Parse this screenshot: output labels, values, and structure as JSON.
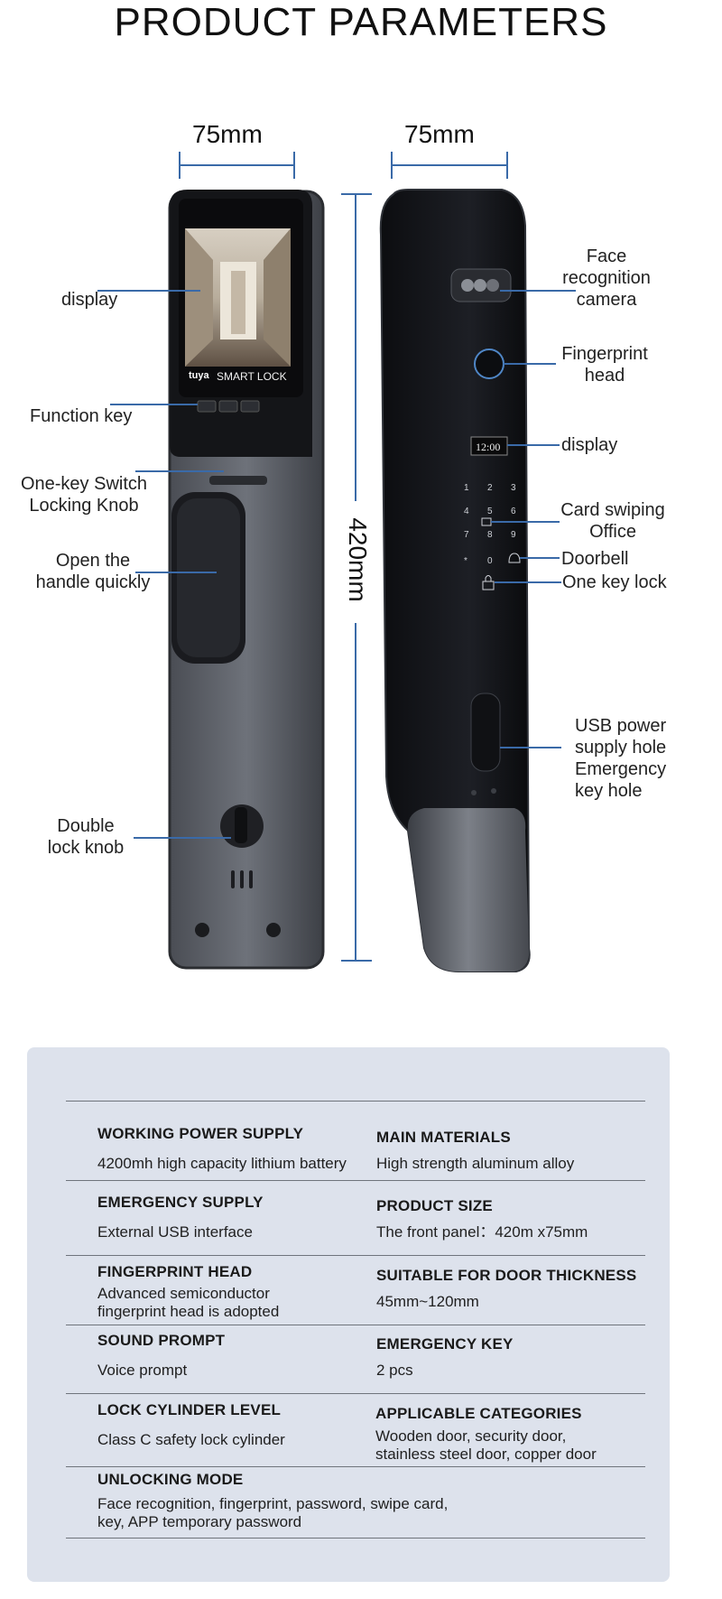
{
  "title": "PRODUCT PARAMETERS",
  "dimensions": {
    "width_left": "75mm",
    "width_right": "75mm",
    "height": "420mm"
  },
  "front_labels": {
    "display": "display",
    "function_key": "Function key",
    "switch_knob_1": "One-key Switch",
    "switch_knob_2": "Locking Knob",
    "handle_1": "Open the",
    "handle_2": "handle quickly",
    "double_1": "Double",
    "double_2": "lock knob"
  },
  "side_labels": {
    "face_1": "Face",
    "face_2": "recognition",
    "face_3": "camera",
    "finger_1": "Fingerprint",
    "finger_2": "head",
    "display": "display",
    "card_1": "Card swiping",
    "card_2": "Office",
    "doorbell": "Doorbell",
    "onekey": "One key lock",
    "usb_1": "USB power",
    "usb_2": "supply hole",
    "usb_3": "Emergency",
    "usb_4": "key hole"
  },
  "device": {
    "brand": "tuya",
    "screen_text": "SMART LOCK",
    "clock": "12:00",
    "keys": [
      "1",
      "2",
      "3",
      "4",
      "5",
      "6",
      "7",
      "8",
      "9",
      "*",
      "0"
    ]
  },
  "params": {
    "r1": {
      "lh": "WORKING POWER SUPPLY",
      "lv": "4200mh high capacity lithium battery",
      "rh": "MAIN MATERIALS",
      "rv": "High strength aluminum alloy"
    },
    "r2": {
      "lh": "EMERGENCY SUPPLY",
      "lv": "External USB interface",
      "rh": "PRODUCT SIZE",
      "rv": "The front panel：420m x75mm"
    },
    "r3": {
      "lh": "FINGERPRINT HEAD",
      "lv1": "Advanced semiconductor",
      "lv2": "fingerprint head is adopted",
      "rh": "SUITABLE FOR DOOR THICKNESS",
      "rv": "45mm~120mm"
    },
    "r4": {
      "lh": "SOUND PROMPT",
      "lv": "Voice prompt",
      "rh": "EMERGENCY KEY",
      "rv": "2 pcs"
    },
    "r5": {
      "lh": "LOCK CYLINDER LEVEL",
      "lv": "Class C safety lock cylinder",
      "rh": "APPLICABLE CATEGORIES",
      "rv1": "Wooden door, security door,",
      "rv2": "stainless steel door, copper door"
    },
    "r6": {
      "lh": "UNLOCKING MODE",
      "lv1": "Face recognition, fingerprint, password, swipe card,",
      "lv2": "key, APP temporary password"
    }
  }
}
